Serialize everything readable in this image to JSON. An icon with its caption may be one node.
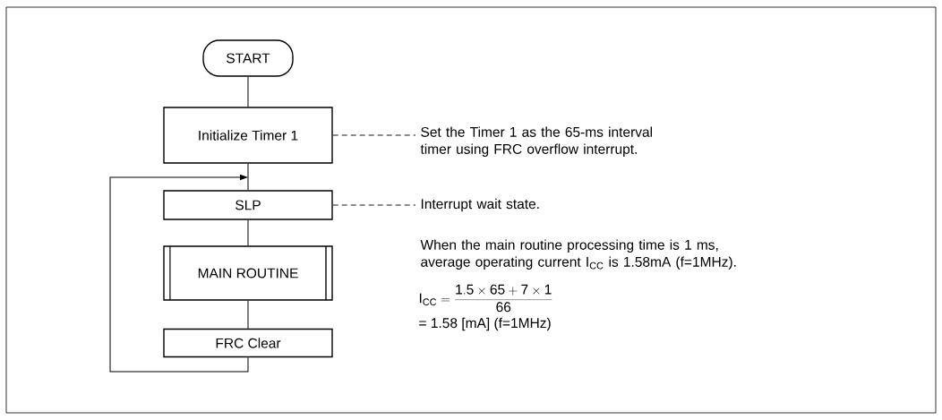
{
  "diagram": {
    "nodes": [
      {
        "text": [
          "START"
        ]
      },
      {
        "text": [
          "Initialize Timer 1"
        ]
      },
      {
        "text": [
          "SLP"
        ]
      },
      {
        "text": [
          "MAIN ROUTINE"
        ]
      },
      {
        "text": [
          "FRC Clear"
        ]
      },
      {
        "text": [
          "Set the Timer 1 as the 65-ms interval timer using FRC overflow interrupt."
        ]
      },
      {
        "text": [
          "Interrupt wait state."
        ]
      }
    ],
    "edges": [
      {
        "from": 0,
        "to": 1,
        "arrow": "none"
      },
      {
        "from": 1,
        "to": 2,
        "arrow": "none"
      },
      {
        "from": 2,
        "to": 3,
        "arrow": "none"
      },
      {
        "from": 3,
        "to": 4,
        "arrow": "none"
      },
      {
        "from": 4,
        "to": 2,
        "arrow": "to"
      },
      {
        "from": 1,
        "to": 5,
        "arrow": "none",
        "style": "dashed"
      },
      {
        "from": 2,
        "to": 6,
        "arrow": "none",
        "style": "dashed"
      }
    ],
    "labels": [
      "When the main routine processing time is 1 ms, average operating current I$_{CC}$ is 1.58mA (f=1MHz).",
      "\\mathrm{I}_{\\mathrm{CC}} = \\frac{\\mathrm{1.5}\\times \\mathrm{65}+\\mathrm{7}\\times \\mathrm{1}}{\\mathrm{66}}",
      "= 1.58 [mA] (f=1MHz)"
    ]
  }
}
